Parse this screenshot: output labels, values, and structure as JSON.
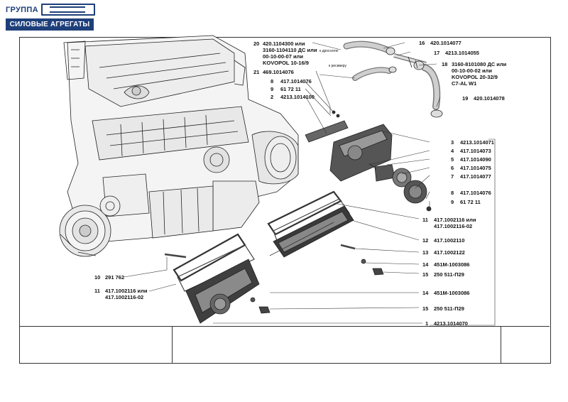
{
  "logo": {
    "group": "ГРУППА",
    "division": "СИЛОВЫЕ АГРЕГАТЫ"
  },
  "callouts_top": [
    {
      "no": "20",
      "lines": [
        "420.1104300 или",
        "3160-1104110 ДС или",
        "00-10-00-07 или",
        "KOVOPOL 10-16/9"
      ]
    },
    {
      "no": "21",
      "lines": [
        "469.1014076"
      ]
    },
    {
      "no": "8",
      "lines": [
        "417.1014076"
      ]
    },
    {
      "no": "9",
      "lines": [
        "61 72 11"
      ]
    },
    {
      "no": "2",
      "lines": [
        "4213.1014100"
      ]
    }
  ],
  "hose_labels": [
    {
      "no": "16",
      "part": "420.1014077"
    },
    {
      "no": "17",
      "part": "4213.1014055"
    },
    {
      "no": "18",
      "lines": [
        "3160-8101080 ДС или",
        "00-10-00-02 или",
        "KOVOPOL 20-32/9",
        "C7-AL W1"
      ]
    },
    {
      "no": "19",
      "part": "420.1014078"
    }
  ],
  "annotations": {
    "throttle": "к дросселю",
    "receiver": "к ресиверу"
  },
  "right_callouts": [
    {
      "no": "3",
      "part": "4213.1014071"
    },
    {
      "no": "4",
      "part": "417.1014073"
    },
    {
      "no": "5",
      "part": "417.1014090"
    },
    {
      "no": "6",
      "part": "417.1014075"
    },
    {
      "no": "7",
      "part": "417.1014077"
    },
    {
      "no": "8",
      "part": "417.1014076"
    },
    {
      "no": "9",
      "part": "61 72 11"
    }
  ],
  "mid_callouts": [
    {
      "no": "11",
      "lines": [
        "417.1002116 или",
        "417.1002116-02"
      ]
    },
    {
      "no": "12",
      "lines": [
        "417.1002110"
      ]
    },
    {
      "no": "13",
      "lines": [
        "417.1002122"
      ]
    },
    {
      "no": "14",
      "lines": [
        "451М-1003086"
      ]
    },
    {
      "no": "15",
      "lines": [
        "250 511-П29"
      ]
    }
  ],
  "left_callouts": [
    {
      "no": "10",
      "lines": [
        "291 762"
      ]
    },
    {
      "no": "11",
      "lines": [
        "417.1002116 или",
        "417.1002116-02"
      ]
    }
  ],
  "lower_callouts": [
    {
      "no": "14",
      "lines": [
        "451М-1003086"
      ]
    },
    {
      "no": "15",
      "lines": [
        "250 511-П29"
      ]
    },
    {
      "no": "1",
      "lines": [
        "4213.1014070"
      ]
    }
  ]
}
